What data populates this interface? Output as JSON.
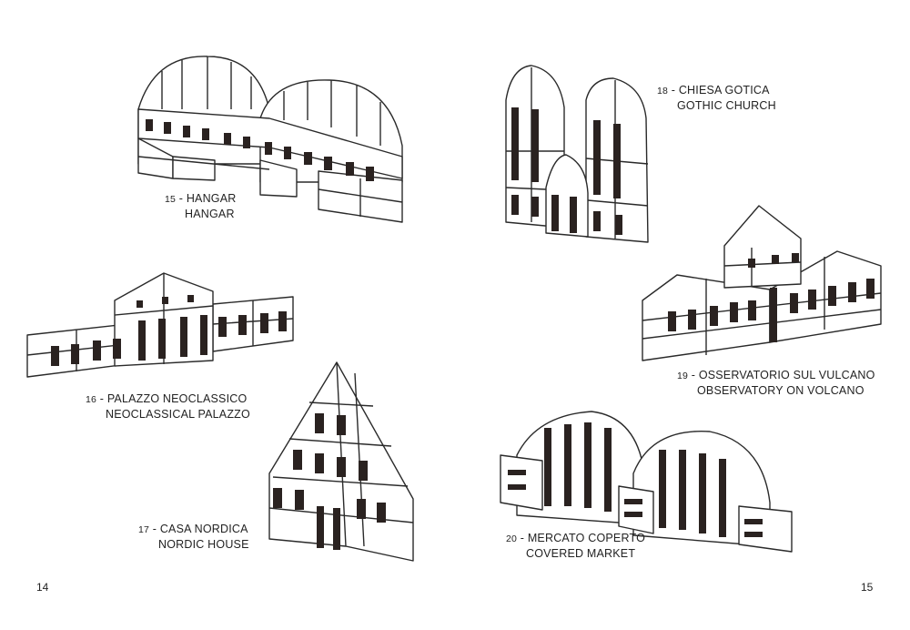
{
  "page": {
    "left_page_number": "14",
    "right_page_number": "15"
  },
  "models": [
    {
      "number": "15",
      "italian": "HANGAR",
      "english": "HANGAR",
      "icon": "hangar-illustration"
    },
    {
      "number": "16",
      "italian": "PALAZZO NEOCLASSICO",
      "english": "NEOCLASSICAL PALAZZO",
      "icon": "palazzo-illustration"
    },
    {
      "number": "17",
      "italian": "CASA NORDICA",
      "english": "NORDIC HOUSE",
      "icon": "nordic-house-illustration"
    },
    {
      "number": "18",
      "italian": "CHIESA GOTICA",
      "english": "GOTHIC CHURCH",
      "icon": "gothic-church-illustration"
    },
    {
      "number": "19",
      "italian": "OSSERVATORIO SUL VULCANO",
      "english": "OBSERVATORY ON VOLCANO",
      "icon": "observatory-illustration"
    },
    {
      "number": "20",
      "italian": "MERCATO COPERTO",
      "english": "COVERED MARKET",
      "icon": "covered-market-illustration"
    }
  ]
}
